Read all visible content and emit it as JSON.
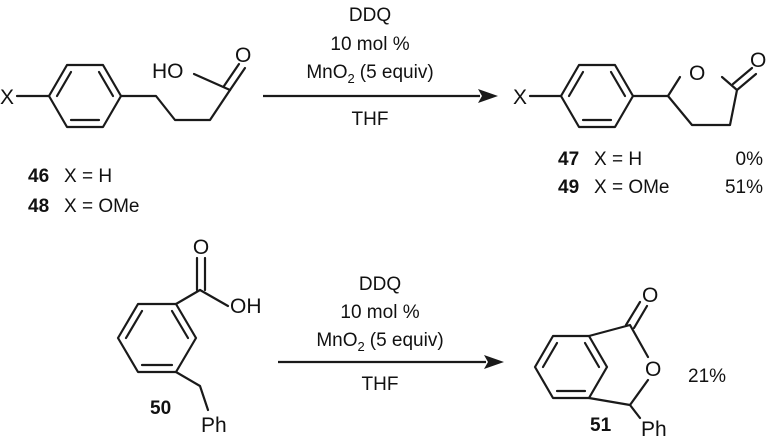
{
  "reaction1": {
    "conditions": {
      "reagent": "DDQ",
      "loading": "10 mol %",
      "oxidant_prefix": "MnO",
      "oxidant_subscript": "2",
      "oxidant_suffix": "(5 equiv)",
      "solvent": "THF"
    },
    "starting_material": {
      "substituent_label": "X",
      "acid_label": "HO",
      "carbonyl_o": "O",
      "entries": [
        {
          "number": "46",
          "definition": "X = H"
        },
        {
          "number": "48",
          "definition": "X = OMe"
        }
      ]
    },
    "product": {
      "substituent_label": "X",
      "ring_o": "O",
      "carbonyl_o": "O",
      "entries": [
        {
          "number": "47",
          "definition": "X = H",
          "yield": "0%"
        },
        {
          "number": "49",
          "definition": "X = OMe",
          "yield": "51%"
        }
      ]
    }
  },
  "reaction2": {
    "conditions": {
      "reagent": "DDQ",
      "loading": "10 mol %",
      "oxidant_prefix": "MnO",
      "oxidant_subscript": "2",
      "oxidant_suffix": "(5 equiv)",
      "solvent": "THF"
    },
    "starting_material": {
      "number": "50",
      "carbonyl_o": "O",
      "hydroxyl": "OH",
      "benzyl_group": "Ph"
    },
    "product": {
      "number": "51",
      "carbonyl_o": "O",
      "ring_o": "O",
      "aryl_group": "Ph",
      "yield": "21%"
    }
  }
}
